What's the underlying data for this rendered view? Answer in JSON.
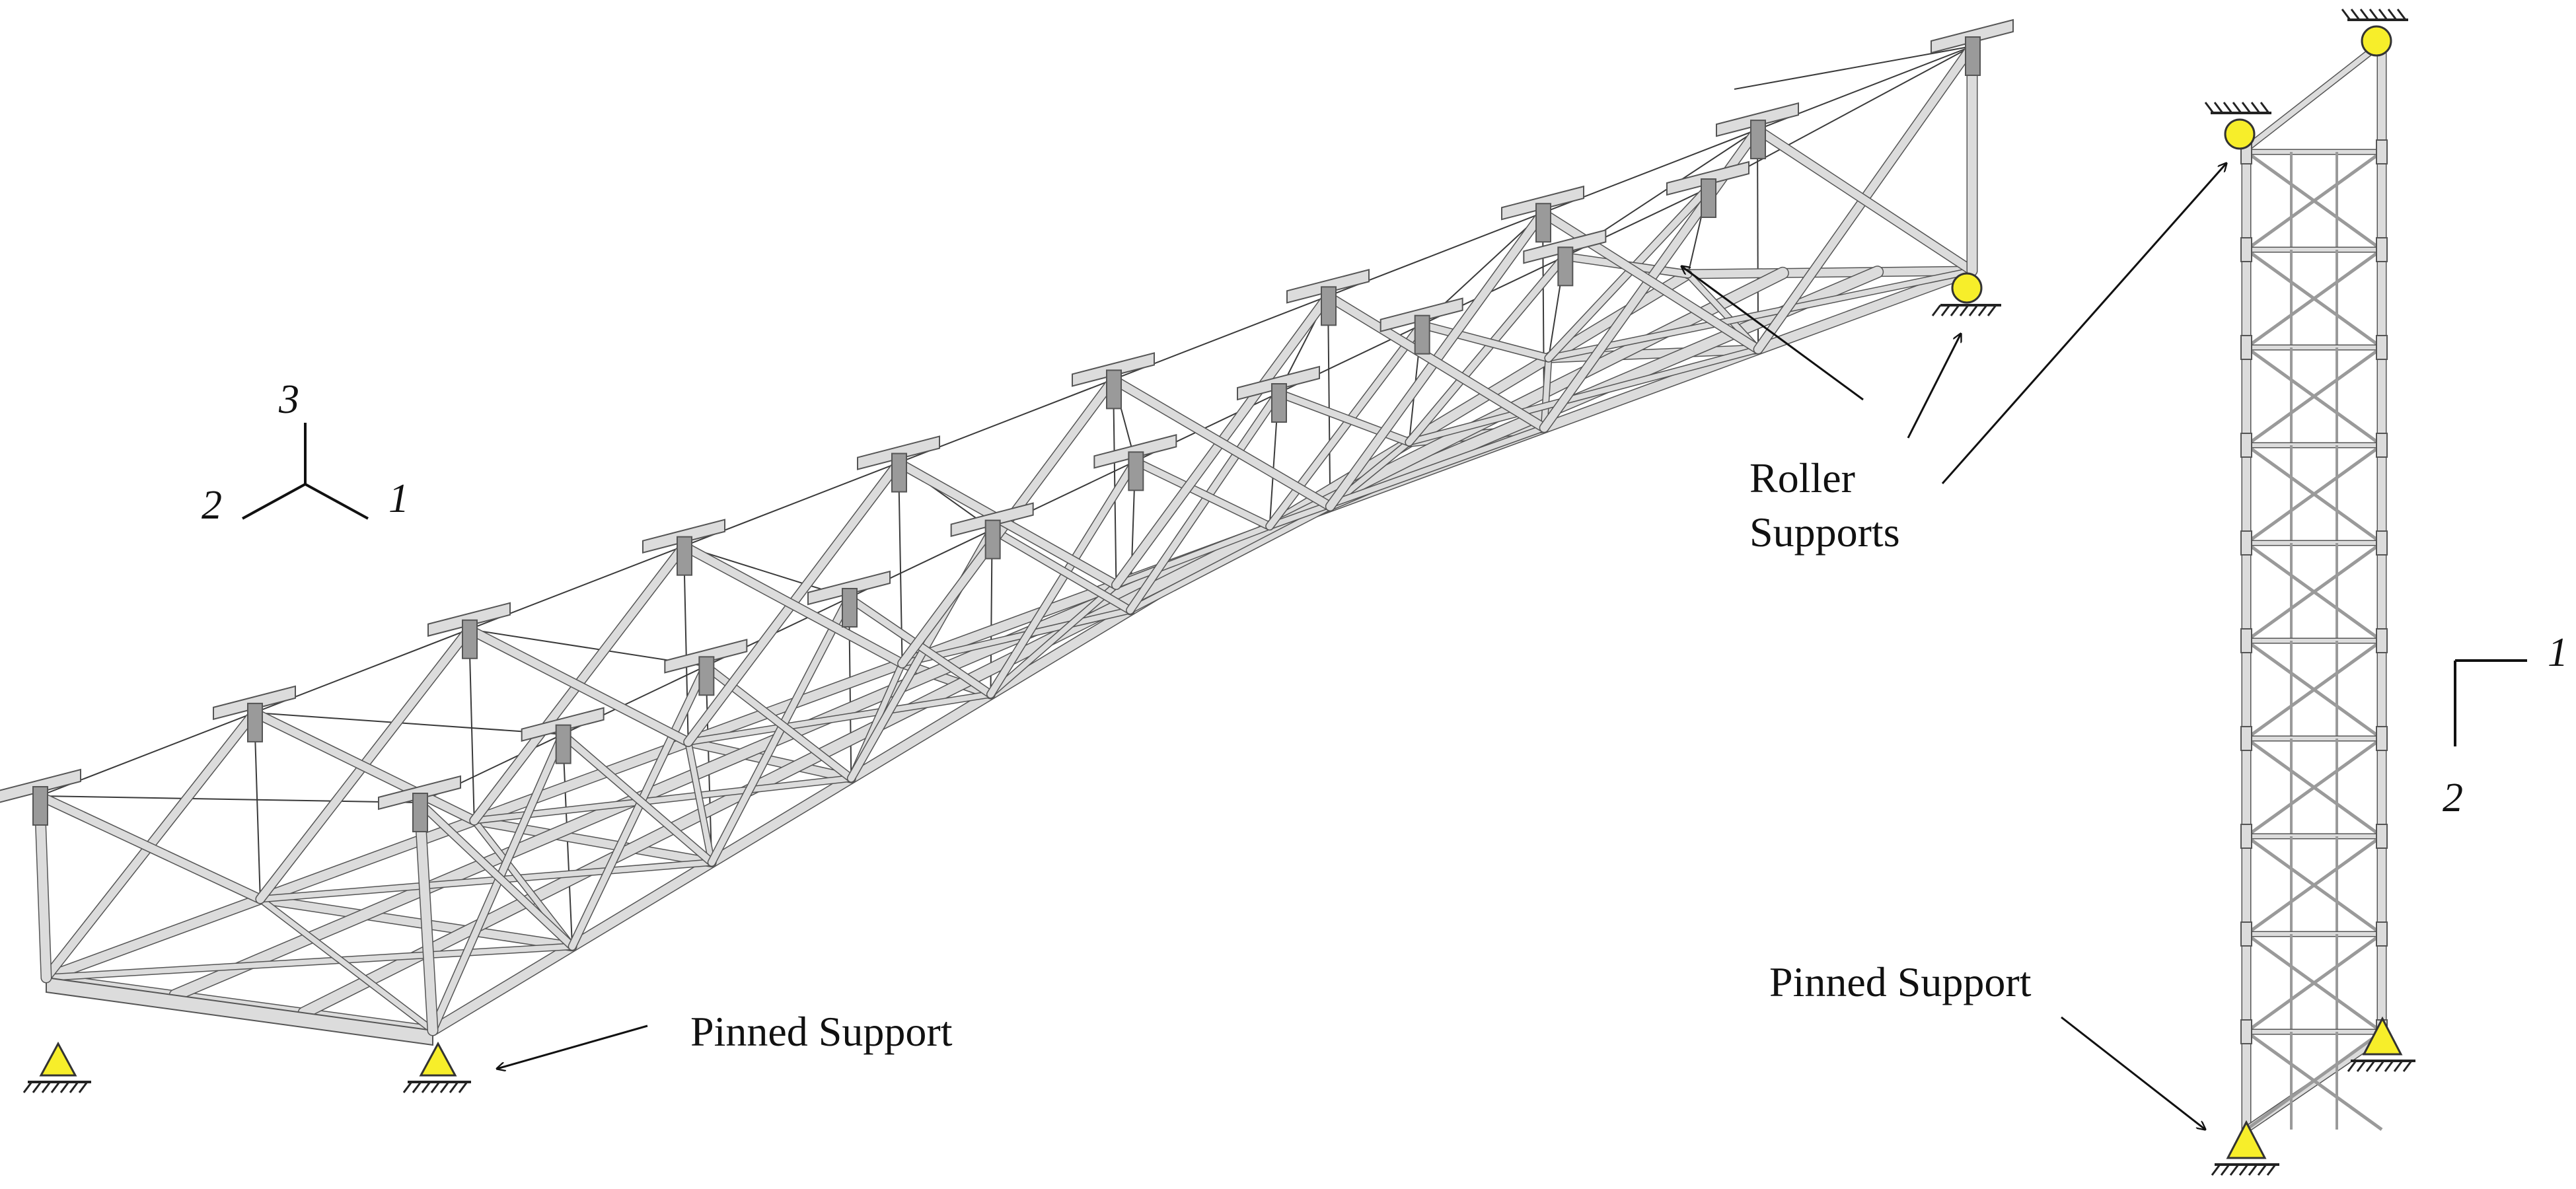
{
  "annotations": {
    "roller_line1": "Roller",
    "roller_line2": "Supports",
    "pinned_iso": "Pinned Support",
    "pinned_plan": "Pinned Support"
  },
  "iso_axes": {
    "vertical": "3",
    "left": "2",
    "right": "1"
  },
  "plan_axes": {
    "horizontal": "1",
    "vertical": "2"
  },
  "colors": {
    "support_fill": "#f7ee2a",
    "support_stroke": "#333333",
    "steel_light": "#dcdcdc",
    "steel_mid": "#9a9a9a",
    "steel_dark": "#555555",
    "cable": "#3a3a3a"
  },
  "truss": {
    "panels": 9,
    "plan_panels": 10
  }
}
